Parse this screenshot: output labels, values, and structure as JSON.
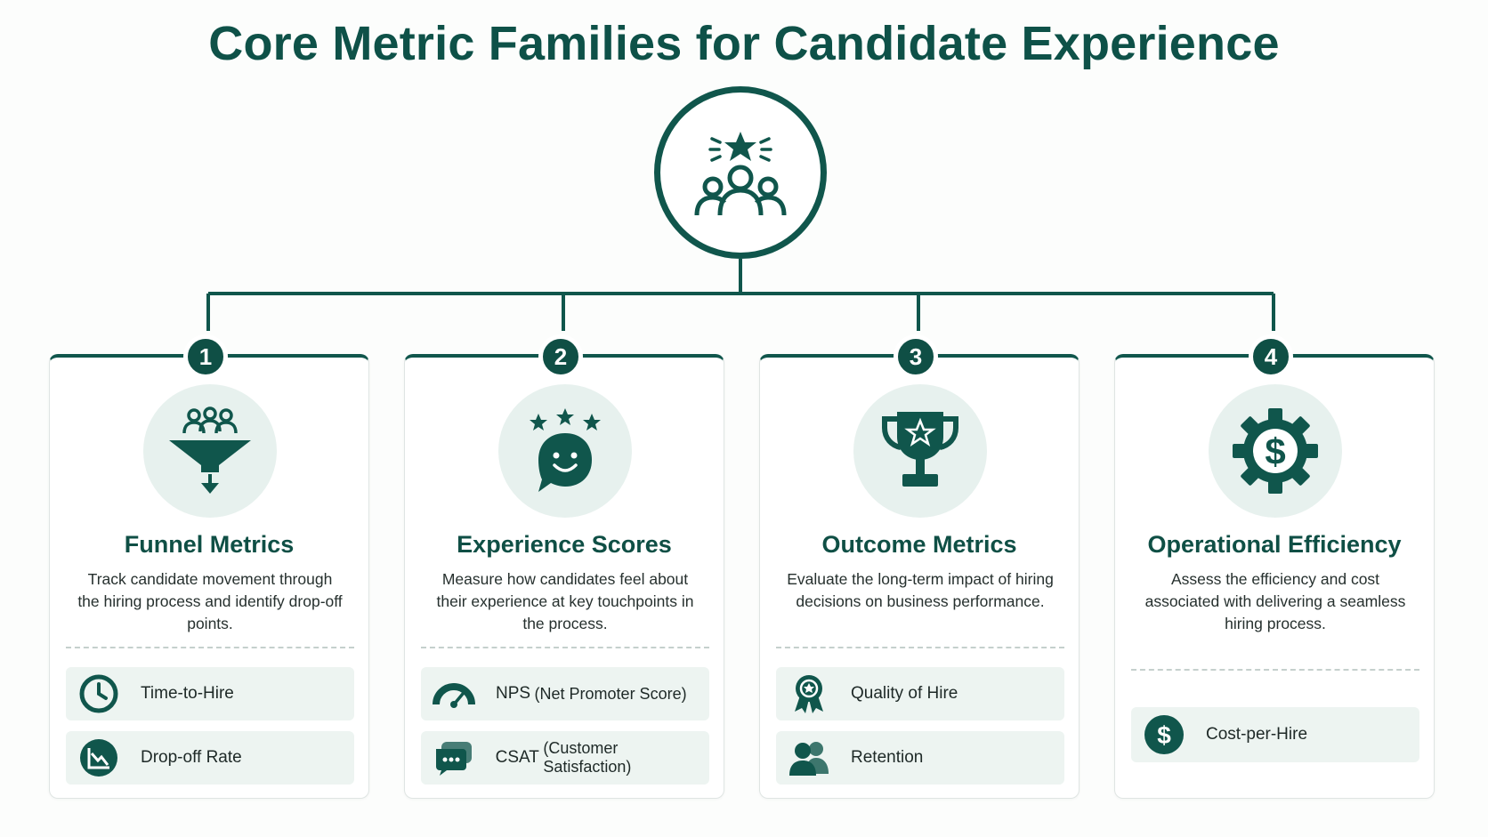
{
  "title": "Core Metric Families for Candidate Experience",
  "hub_icon": "group-star-icon",
  "colors": {
    "primary": "#10564c",
    "accent_bg": "#e7f1ee",
    "metric_bg": "#edf4f1"
  },
  "families": [
    {
      "number": "1",
      "icon": "funnel-people-icon",
      "title": "Funnel Metrics",
      "description": "Track candidate movement through the hiring process and identify drop-off points.",
      "metrics": [
        {
          "label": "Time-to-Hire",
          "sub": "",
          "icon": "clock-icon"
        },
        {
          "label": "Drop-off Rate",
          "sub": "",
          "icon": "declining-chart-icon"
        }
      ]
    },
    {
      "number": "2",
      "icon": "smiley-stars-icon",
      "title": "Experience Scores",
      "description": "Measure how candidates feel about their experience at key touchpoints in the process.",
      "metrics": [
        {
          "label": "NPS",
          "sub": "(Net Promoter Score)",
          "icon": "gauge-icon"
        },
        {
          "label": "CSAT",
          "sub": "(Customer Satisfaction)",
          "icon": "chat-bubbles-icon"
        }
      ]
    },
    {
      "number": "3",
      "icon": "trophy-icon",
      "title": "Outcome Metrics",
      "description": "Evaluate the long-term impact of hiring decisions on business performance.",
      "metrics": [
        {
          "label": "Quality of Hire",
          "sub": "",
          "icon": "award-ribbon-icon"
        },
        {
          "label": "Retention",
          "sub": "",
          "icon": "people-icon"
        }
      ]
    },
    {
      "number": "4",
      "icon": "gear-dollar-icon",
      "title": "Operational Efficiency",
      "description": "Assess the efficiency and cost associated with delivering a seamless hiring process.",
      "metrics": [
        {
          "label": "Cost-per-Hire",
          "sub": "",
          "icon": "dollar-coin-icon"
        }
      ]
    }
  ]
}
